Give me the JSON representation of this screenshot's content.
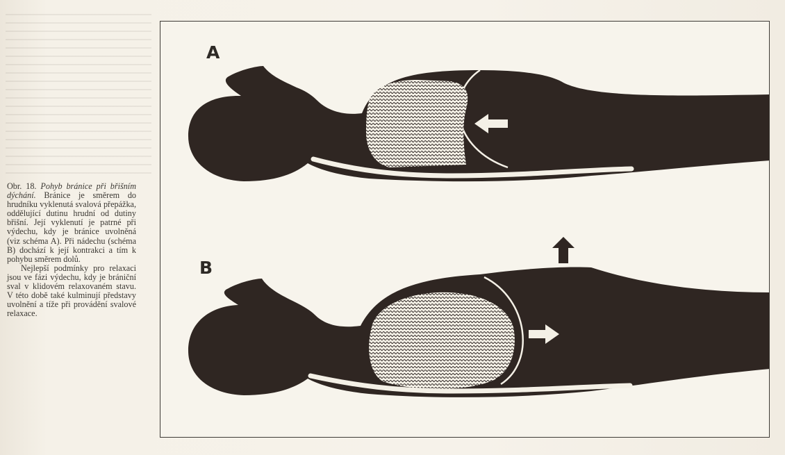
{
  "caption": {
    "figure_number": "Obr. 18.",
    "figure_title": "Pohyb bránice při břišním dýchání.",
    "paragraph_1": "Bránice je směrem do hrudníku vyklenutá svalová přepážka, oddělující dutinu hrudní od dutiny břišní. Její vyklenutí je patrné při výdechu, kdy je bránice uvolněná (viz schéma A). Při nádechu (schéma B) dochází k její kontrakci a tím k pohybu směrem dolů.",
    "paragraph_2": "Nejlepší podmínky pro relaxaci jsou ve fázi výdechu, kdy je brániční sval v klidovém relaxovaném stavu. V této době také kulminují představy uvolnění a tíže při provádění svalové relaxace."
  },
  "diagram": {
    "label_a": "A",
    "label_b": "B"
  },
  "colors": {
    "silhouette": "#2f2622",
    "paper": "#f7f4ec",
    "lines": "#f4f0e6"
  }
}
